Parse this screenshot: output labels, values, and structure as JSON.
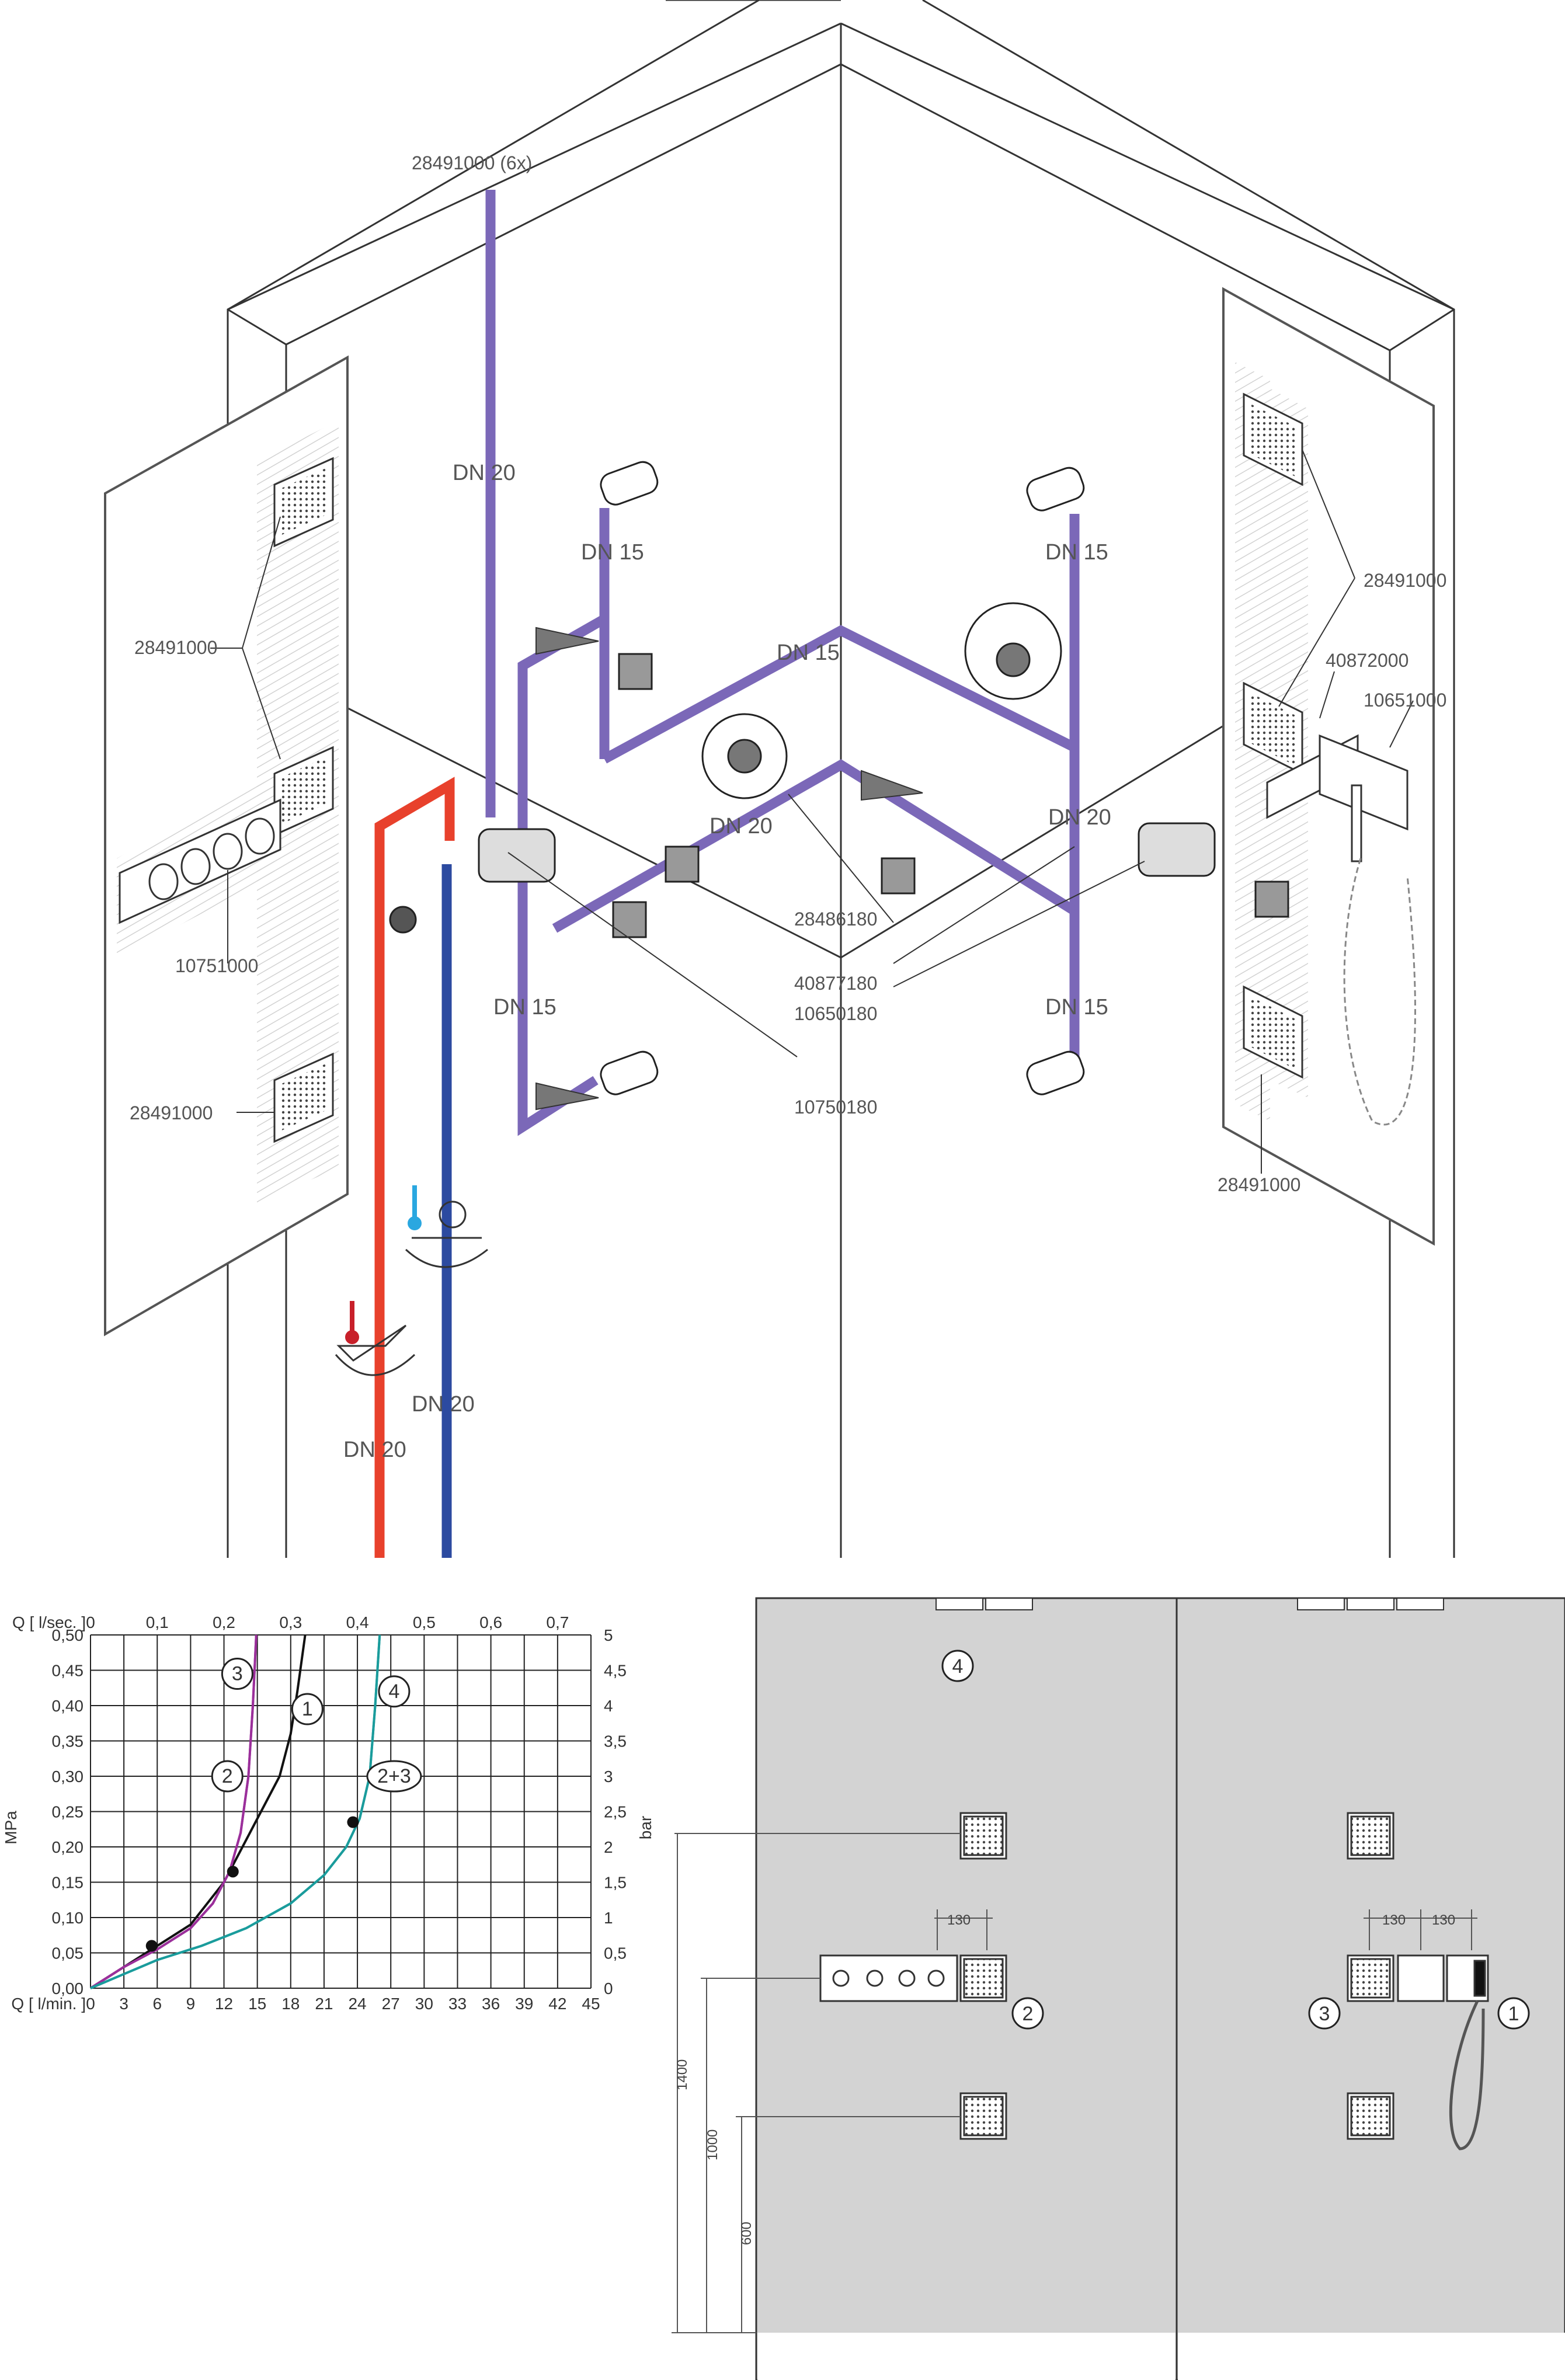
{
  "installation": {
    "part_numbers": {
      "shower_6x": "28491000 (6x)",
      "shower_left_top": "28491000",
      "shower_left_bottom": "28491000",
      "control_left": "10751000",
      "shower_right_top": "28491000",
      "right_mid": "40872000",
      "right_control": "10651000",
      "shower_right_bottom": "28491000",
      "valve_a": "28486180",
      "valve_b": "40877180",
      "valve_c": "10650180",
      "valve_d": "10750180"
    },
    "pipe_sizes": {
      "dn20_top": "DN 20",
      "dn15_left_top": "DN 15",
      "dn15_right_top": "DN 15",
      "dn15_center": "DN 15",
      "dn20_center": "DN 20",
      "dn20_right": "DN 20",
      "dn15_left_bottom": "DN 15",
      "dn15_right_bottom": "DN 15",
      "dn20_cold": "DN 20",
      "dn20_hot": "DN 20"
    },
    "colors": {
      "hot": "#e8412c",
      "cold": "#2c4aa0",
      "distribution": "#7b68b8"
    }
  },
  "chart_data": {
    "type": "line",
    "x_top_label": "Q [ l/sec. ]",
    "x_top_ticks": [
      "0",
      "0,1",
      "0,2",
      "0,3",
      "0,4",
      "0,5",
      "0,6",
      "0,7"
    ],
    "x_bottom_label": "Q [ l/min. ]",
    "x_bottom_ticks": [
      "0",
      "3",
      "6",
      "9",
      "12",
      "15",
      "18",
      "21",
      "24",
      "27",
      "30",
      "33",
      "36",
      "39",
      "42",
      "45"
    ],
    "y_left_label": "MPa",
    "y_left_ticks": [
      "0,00",
      "0,05",
      "0,10",
      "0,15",
      "0,20",
      "0,25",
      "0,30",
      "0,35",
      "0,40",
      "0,45",
      "0,50"
    ],
    "y_right_label": "bar",
    "y_right_ticks": [
      "0",
      "0,5",
      "1",
      "1,5",
      "2",
      "2,5",
      "3",
      "3,5",
      "4",
      "4,5",
      "5"
    ],
    "xlim": [
      0,
      45
    ],
    "ylim": [
      0,
      0.5
    ],
    "grid": true,
    "series": [
      {
        "name": "1",
        "color": "#111111",
        "x": [
          0,
          3,
          6,
          9,
          12,
          15,
          17,
          18,
          18.6,
          19.3
        ],
        "y": [
          0,
          0.03,
          0.06,
          0.09,
          0.15,
          0.24,
          0.3,
          0.36,
          0.42,
          0.5
        ]
      },
      {
        "name": "2",
        "color": "#9b2f9b",
        "x": [
          0,
          3,
          6,
          9,
          11,
          12.5,
          13.5,
          14.2,
          14.6,
          14.9
        ],
        "y": [
          0,
          0.03,
          0.055,
          0.085,
          0.12,
          0.165,
          0.22,
          0.3,
          0.4,
          0.5
        ]
      },
      {
        "name": "3",
        "color": "#9b2f9b",
        "x": [
          0,
          3,
          6,
          9,
          11,
          12.5,
          13.5,
          14.2,
          14.6,
          14.9
        ],
        "y": [
          0,
          0.03,
          0.055,
          0.085,
          0.12,
          0.165,
          0.22,
          0.3,
          0.4,
          0.5
        ]
      },
      {
        "name": "4",
        "color": "#1a9c9c",
        "x": [
          0,
          3,
          6,
          10,
          14,
          18,
          21,
          23,
          24.2,
          25.1,
          25.6,
          26
        ],
        "y": [
          0,
          0.02,
          0.04,
          0.06,
          0.085,
          0.12,
          0.16,
          0.2,
          0.24,
          0.3,
          0.4,
          0.5
        ]
      },
      {
        "name": "2+3",
        "color": "#1a9c9c",
        "x": [
          0,
          3,
          6,
          10,
          14,
          18,
          21,
          23,
          24.2,
          25.1,
          25.6,
          26
        ],
        "y": [
          0,
          0.02,
          0.04,
          0.06,
          0.085,
          0.12,
          0.16,
          0.2,
          0.24,
          0.3,
          0.4,
          0.5
        ]
      }
    ],
    "markers": [
      {
        "x": 5.5,
        "y": 0.06
      },
      {
        "x": 12.8,
        "y": 0.165
      },
      {
        "x": 23.6,
        "y": 0.235
      }
    ],
    "curve_labels": [
      "1",
      "2",
      "3",
      "4",
      "2+3"
    ]
  },
  "layout_plan": {
    "dims": {
      "h1400": "1400",
      "h1000": "1000",
      "h600": "600",
      "w130_left": "130",
      "w130_a": "130",
      "w130_b": "130"
    },
    "callouts": {
      "c1": "1",
      "c2": "2",
      "c3": "3",
      "c4": "4"
    }
  }
}
